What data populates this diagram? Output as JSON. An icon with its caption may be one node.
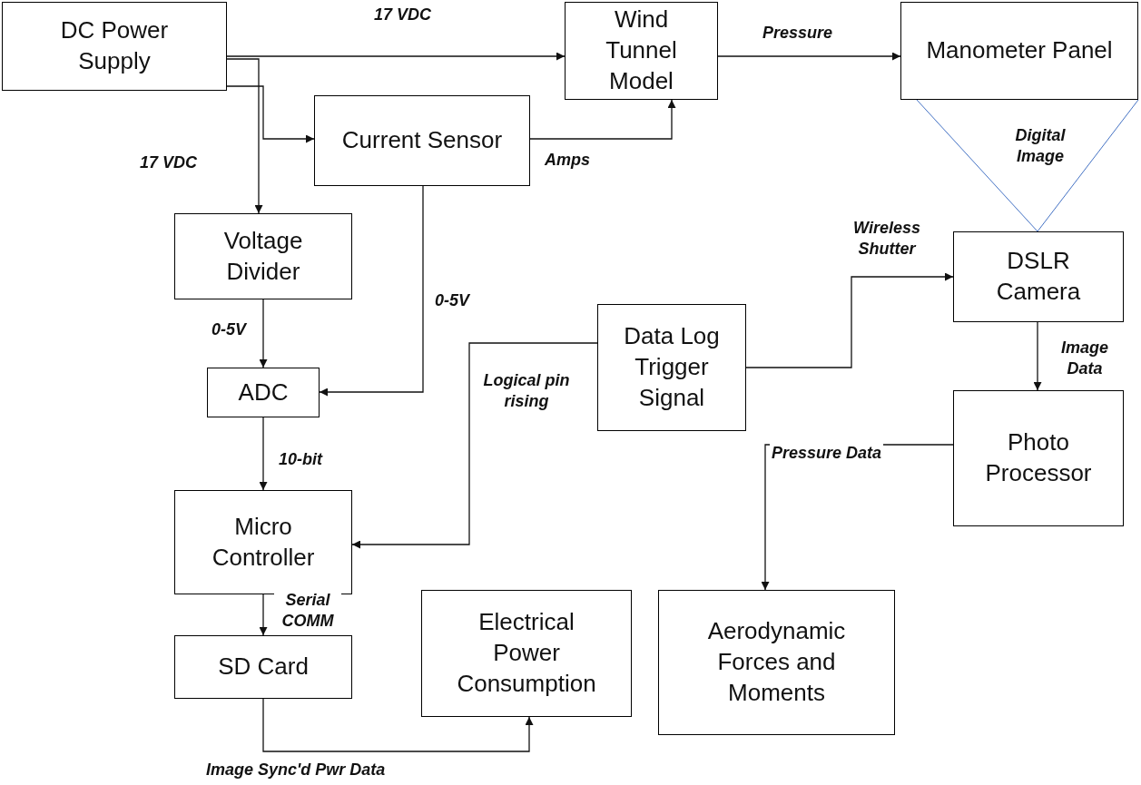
{
  "diagram": {
    "nodes": [
      {
        "text": [
          "DC Power Supply"
        ]
      },
      {
        "text": [
          "Wind Tunnel Model"
        ]
      },
      {
        "text": [
          "Manometer Panel"
        ]
      },
      {
        "text": [
          "Current Sensor"
        ]
      },
      {
        "text": [
          "Voltage Divider"
        ]
      },
      {
        "text": [
          "DSLR Camera"
        ]
      },
      {
        "text": [
          "Data Log Trigger Signal"
        ]
      },
      {
        "text": [
          "ADC"
        ]
      },
      {
        "text": [
          "Photo Processor"
        ]
      },
      {
        "text": [
          "Micro Controller"
        ]
      },
      {
        "text": [
          "Electrical Power Consumption"
        ]
      },
      {
        "text": [
          "Aerodynamic Forces and Moments"
        ]
      },
      {
        "text": [
          "SD Card"
        ]
      }
    ],
    "edges": [
      {
        "from": 0,
        "to": 1,
        "arrow": "to",
        "label": "17 VDC"
      },
      {
        "from": 0,
        "to": 3,
        "arrow": "to"
      },
      {
        "from": 0,
        "to": 4,
        "arrow": "to",
        "label": "17 VDC"
      },
      {
        "from": 3,
        "to": 1,
        "arrow": "to",
        "label": "Amps"
      },
      {
        "from": 1,
        "to": 2,
        "arrow": "to",
        "label": "Pressure"
      },
      {
        "from": 5,
        "to": 2,
        "arrow": "none",
        "label": "Digital Image",
        "color": "#4472c4"
      },
      {
        "from": 6,
        "to": 5,
        "arrow": "to",
        "label": "Wireless Shutter"
      },
      {
        "from": 6,
        "to": 9,
        "arrow": "to",
        "label": "Logical pin rising"
      },
      {
        "from": 4,
        "to": 7,
        "arrow": "to",
        "label": "0-5V"
      },
      {
        "from": 3,
        "to": 7,
        "arrow": "to",
        "label": "0-5V"
      },
      {
        "from": 7,
        "to": 9,
        "arrow": "to",
        "label": "10-bit"
      },
      {
        "from": 5,
        "to": 8,
        "arrow": "to",
        "label": "Image Data"
      },
      {
        "from": 8,
        "to": 11,
        "arrow": "to",
        "label": "Pressure Data"
      },
      {
        "from": 9,
        "to": 12,
        "arrow": "to",
        "label": "Serial COMM"
      },
      {
        "from": 12,
        "to": 10,
        "arrow": "to",
        "label": "Image Sync'd Pwr Data"
      }
    ]
  }
}
